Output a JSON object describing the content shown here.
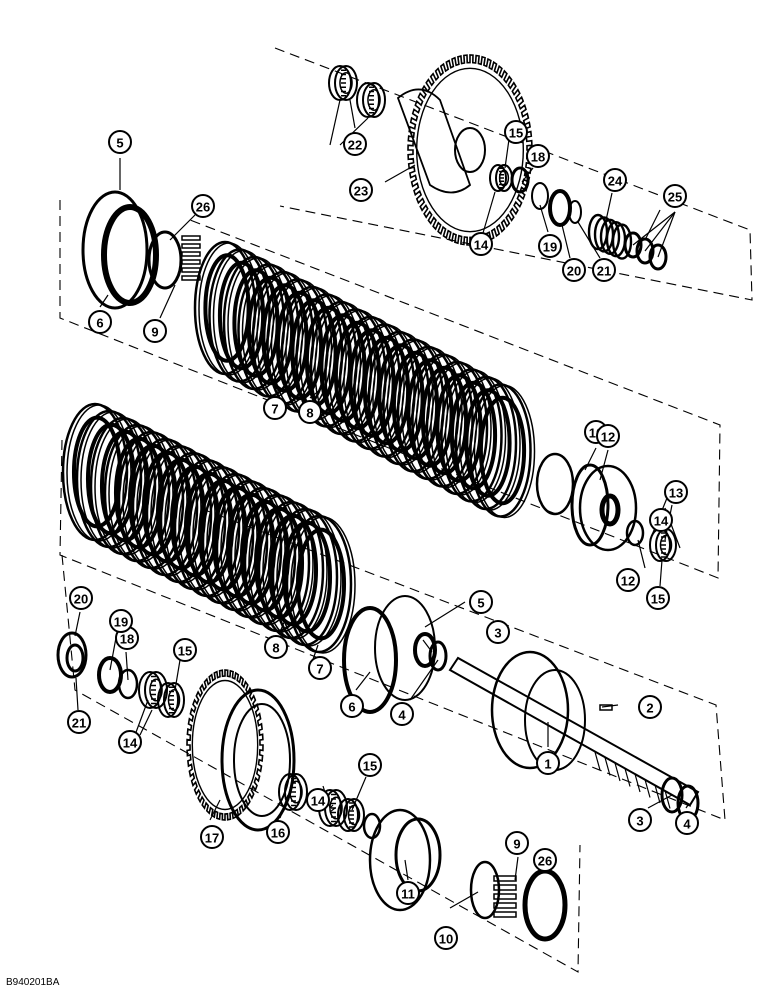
{
  "reference_code": "B940201BA",
  "callouts": [
    {
      "label": "1"
    },
    {
      "label": "2"
    },
    {
      "label": "3"
    },
    {
      "label": "3"
    },
    {
      "label": "4"
    },
    {
      "label": "4"
    },
    {
      "label": "5"
    },
    {
      "label": "5"
    },
    {
      "label": "6"
    },
    {
      "label": "6"
    },
    {
      "label": "7"
    },
    {
      "label": "7"
    },
    {
      "label": "8"
    },
    {
      "label": "8"
    },
    {
      "label": "9"
    },
    {
      "label": "9"
    },
    {
      "label": "10"
    },
    {
      "label": "10"
    },
    {
      "label": "11"
    },
    {
      "label": "12"
    },
    {
      "label": "12"
    },
    {
      "label": "13"
    },
    {
      "label": "14"
    },
    {
      "label": "14"
    },
    {
      "label": "14"
    },
    {
      "label": "14"
    },
    {
      "label": "15"
    },
    {
      "label": "15"
    },
    {
      "label": "15"
    },
    {
      "label": "15"
    },
    {
      "label": "16"
    },
    {
      "label": "17"
    },
    {
      "label": "18"
    },
    {
      "label": "18"
    },
    {
      "label": "19"
    },
    {
      "label": "19"
    },
    {
      "label": "20"
    },
    {
      "label": "20"
    },
    {
      "label": "21"
    },
    {
      "label": "21"
    },
    {
      "label": "22"
    },
    {
      "label": "23"
    },
    {
      "label": "24"
    },
    {
      "label": "25"
    },
    {
      "label": "26"
    },
    {
      "label": "26"
    }
  ]
}
